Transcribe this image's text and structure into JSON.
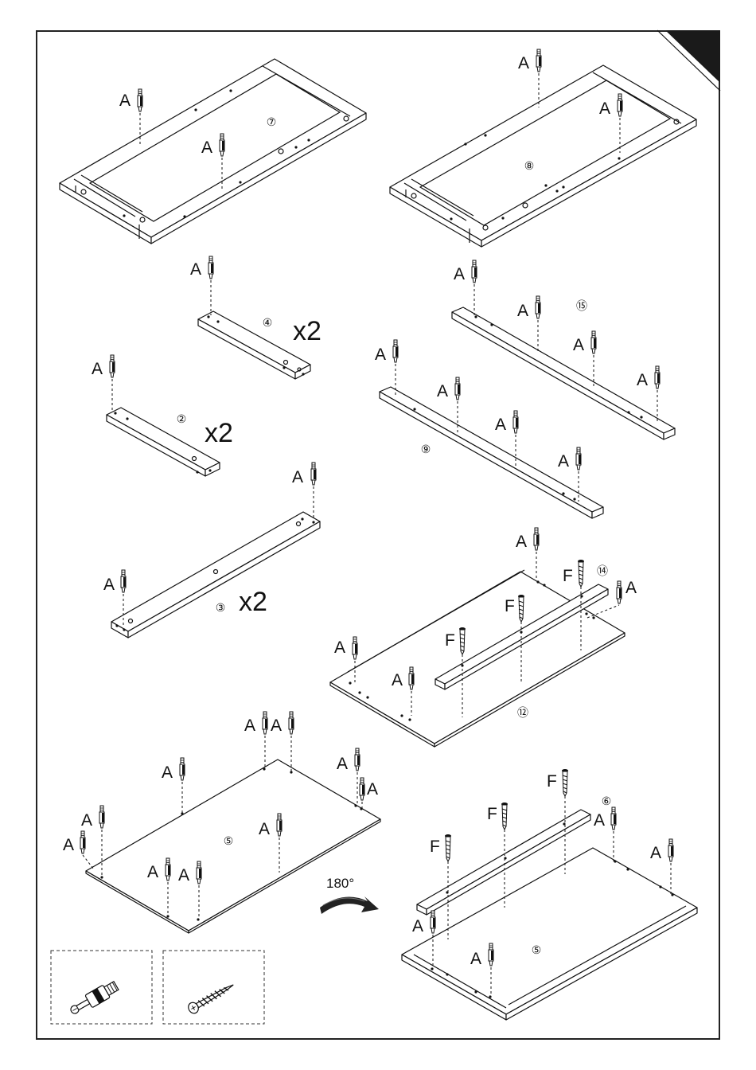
{
  "page": {
    "bg_color": "#ffffff",
    "line_color": "#111111",
    "corner_tab_color": "#1a1a1a"
  },
  "labels": {
    "cam_dowel": "A",
    "screw": "F",
    "rotate": "180°"
  },
  "parts": {
    "p7": "⑦",
    "p8": "⑧",
    "p4": "④",
    "p15": "⑮",
    "p2": "②",
    "p9": "⑨",
    "p3": "③",
    "p14": "⑭",
    "p12": "⑫",
    "p5": "⑤",
    "p6": "⑥"
  },
  "quantities": {
    "p4": "x2",
    "p2": "x2",
    "p3": "x2"
  },
  "legend": {
    "items": [
      {
        "icon": "cam-dowel-icon",
        "code": "A"
      },
      {
        "icon": "screw-icon",
        "code": "F"
      }
    ]
  }
}
